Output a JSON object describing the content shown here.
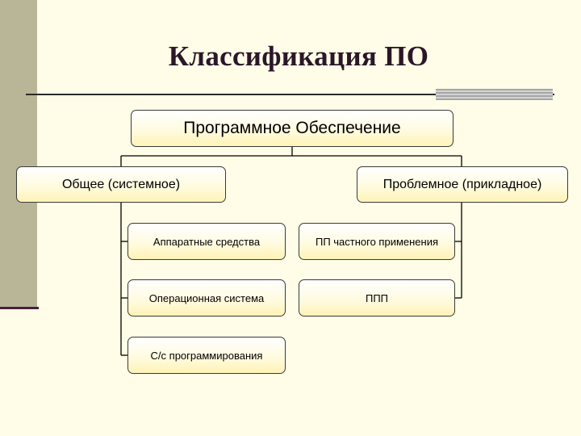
{
  "title": "Классификация ПО",
  "root": {
    "label": "Программное Обеспечение"
  },
  "branches": [
    {
      "label": "Общее (системное)",
      "children": [
        {
          "label": "Аппаратные средства"
        },
        {
          "label": "Операционная система"
        },
        {
          "label": "С/с программирования"
        }
      ]
    },
    {
      "label": "Проблемное (прикладное)",
      "children": [
        {
          "label": "ПП частного применения"
        },
        {
          "label": "ППП"
        }
      ]
    }
  ],
  "colors": {
    "background": "#fffde7",
    "left_band": "#b8b696",
    "box_fill_bottom": "#fff3b6",
    "title_text": "#2b1727"
  }
}
